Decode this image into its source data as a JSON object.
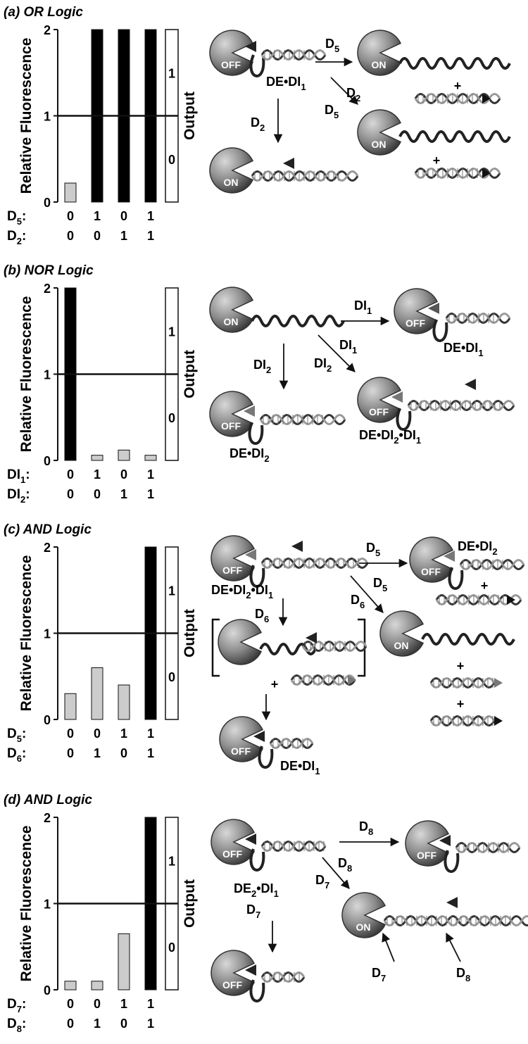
{
  "colors": {
    "on_bar": "#000000",
    "off_bar": "#cccccc",
    "output_box": "#ffffff",
    "pacman": "#8c8c8c"
  },
  "chart_data": [
    {
      "type": "bar",
      "title": "(a)  OR Logic",
      "ylabel": "Relative Fluorescence",
      "y2label": "Output",
      "ylim": [
        0,
        2
      ],
      "yticks": [
        0,
        1,
        2
      ],
      "threshold": 1,
      "output_ticks": [
        "0",
        "1"
      ],
      "input_labels": [
        {
          "main": "D",
          "sub": "5"
        },
        {
          "main": "D",
          "sub": "2"
        }
      ],
      "categories": [
        [
          "0",
          "0"
        ],
        [
          "1",
          "0"
        ],
        [
          "0",
          "1"
        ],
        [
          "1",
          "1"
        ]
      ],
      "values": [
        0.22,
        2.0,
        2.0,
        2.0
      ],
      "bar_output": [
        0,
        1,
        1,
        1
      ]
    },
    {
      "type": "bar",
      "title": "(b)  NOR Logic",
      "ylabel": "Relative Fluorescence",
      "y2label": "Output",
      "ylim": [
        0,
        2
      ],
      "yticks": [
        0,
        1,
        2
      ],
      "threshold": 1,
      "output_ticks": [
        "0",
        "1"
      ],
      "input_labels": [
        {
          "main": "DI",
          "sub": "1"
        },
        {
          "main": "DI",
          "sub": "2"
        }
      ],
      "categories": [
        [
          "0",
          "0"
        ],
        [
          "1",
          "0"
        ],
        [
          "0",
          "1"
        ],
        [
          "1",
          "1"
        ]
      ],
      "values": [
        2.0,
        0.06,
        0.12,
        0.06
      ],
      "bar_output": [
        1,
        0,
        0,
        0
      ]
    },
    {
      "type": "bar",
      "title": "(c)  AND Logic",
      "ylabel": "Relative Fluorescence",
      "y2label": "Output",
      "ylim": [
        0,
        2
      ],
      "yticks": [
        0,
        1,
        2
      ],
      "threshold": 1,
      "output_ticks": [
        "0",
        "1"
      ],
      "input_labels": [
        {
          "main": "D",
          "sub": "5"
        },
        {
          "main": "D",
          "sub": "6"
        }
      ],
      "categories": [
        [
          "0",
          "0"
        ],
        [
          "0",
          "1"
        ],
        [
          "1",
          "0"
        ],
        [
          "1",
          "1"
        ]
      ],
      "values": [
        0.3,
        0.6,
        0.4,
        2.0
      ],
      "bar_output": [
        0,
        0,
        0,
        1
      ]
    },
    {
      "type": "bar",
      "title": "(d)  AND Logic",
      "ylabel": "Relative Fluorescence",
      "y2label": "Output",
      "ylim": [
        0,
        2
      ],
      "yticks": [
        0,
        1,
        2
      ],
      "threshold": 1,
      "output_ticks": [
        "0",
        "1"
      ],
      "input_labels": [
        {
          "main": "D",
          "sub": "7"
        },
        {
          "main": "D",
          "sub": "8"
        }
      ],
      "categories": [
        [
          "0",
          "0"
        ],
        [
          "0",
          "1"
        ],
        [
          "1",
          "0"
        ],
        [
          "1",
          "1"
        ]
      ],
      "values": [
        0.1,
        0.1,
        0.65,
        2.0
      ],
      "bar_output": [
        0,
        0,
        0,
        1
      ]
    }
  ],
  "schemes": [
    {
      "pacmen": [
        {
          "state": "OFF"
        },
        {
          "state": "ON"
        },
        {
          "state": "ON"
        },
        {
          "state": "ON"
        }
      ],
      "labels": [
        {
          "main": "DE•DI",
          "sub": "1"
        },
        {
          "main": "D",
          "sub": "5"
        },
        {
          "main": "D",
          "sub": "2"
        },
        {
          "main": "D",
          "sub": "5"
        },
        {
          "main": "D",
          "sub": "2"
        }
      ]
    },
    {
      "pacmen": [
        {
          "state": "ON"
        },
        {
          "state": "OFF"
        },
        {
          "state": "OFF"
        },
        {
          "state": "OFF"
        }
      ],
      "labels": [
        {
          "main": "DI",
          "sub": "1"
        },
        {
          "main": "DE•DI",
          "sub": "1"
        },
        {
          "main": "DI",
          "sub": "1"
        },
        {
          "main": "DI",
          "sub": "2"
        },
        {
          "main": "DI",
          "sub": "2"
        },
        {
          "main": "DE•DI",
          "sub": "2"
        },
        {
          "main": "DE•DI",
          "sub": "2",
          "main2": "•DI",
          "sub2": "1"
        }
      ]
    },
    {
      "pacmen": [
        {
          "state": "OFF"
        },
        {
          "state": "OFF"
        },
        {
          "state": ""
        },
        {
          "state": "ON"
        },
        {
          "state": "OFF"
        }
      ],
      "labels": [
        {
          "main": "DE•DI",
          "sub": "2",
          "main2": "•DI",
          "sub2": "1"
        },
        {
          "main": "D",
          "sub": "5"
        },
        {
          "main": "DE•DI",
          "sub": "2"
        },
        {
          "main": "D",
          "sub": "5"
        },
        {
          "main": "D",
          "sub": "6"
        },
        {
          "main": "D",
          "sub": "6"
        },
        {
          "main": "DE•DI",
          "sub": "1"
        }
      ]
    },
    {
      "pacmen": [
        {
          "state": "OFF"
        },
        {
          "state": "OFF"
        },
        {
          "state": "ON"
        },
        {
          "state": "OFF"
        }
      ],
      "labels": [
        {
          "main": "D",
          "sub": "8"
        },
        {
          "main": "D",
          "sub": "8"
        },
        {
          "main": "D",
          "sub": "7"
        },
        {
          "main": "DE",
          "sub": "2",
          "main2": "•DI",
          "sub2": "1"
        },
        {
          "main": "D",
          "sub": "7"
        },
        {
          "main": "D",
          "sub": "7"
        },
        {
          "main": "D",
          "sub": "8"
        }
      ]
    }
  ],
  "plus_sign": "+"
}
